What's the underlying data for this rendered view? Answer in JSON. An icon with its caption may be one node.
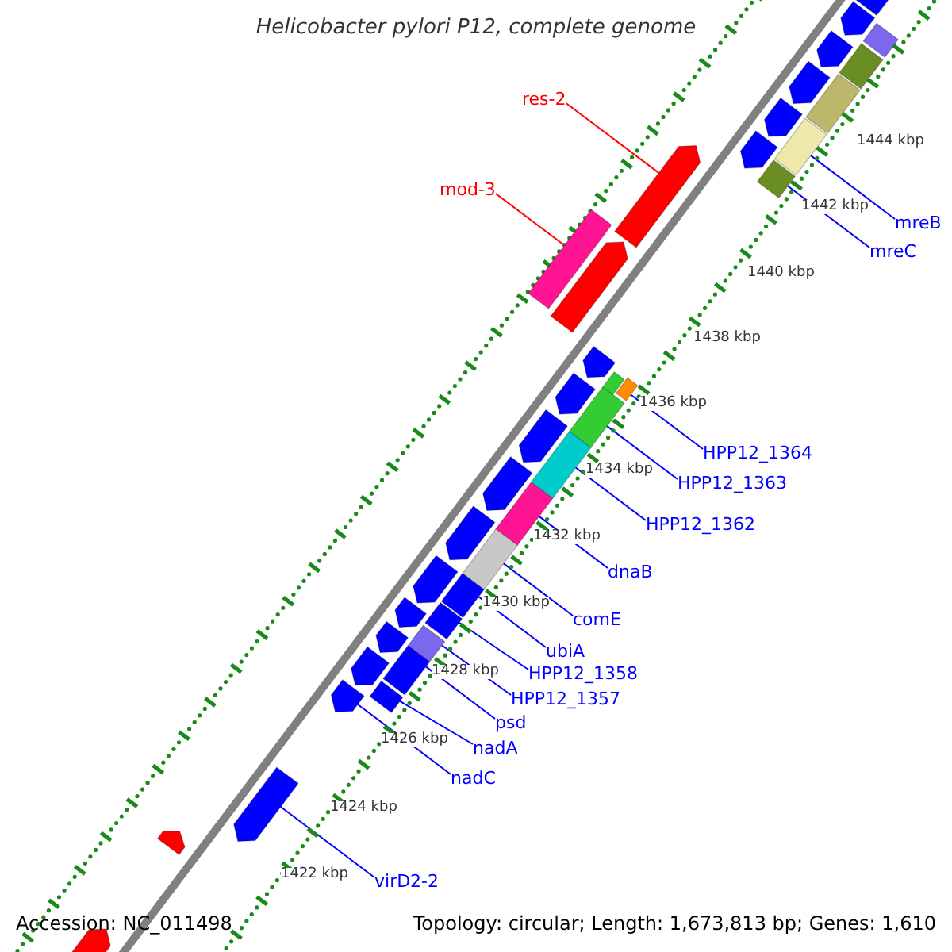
{
  "diagram": {
    "title": "Helicobacter pylori P12, complete genome",
    "nodes": [
      {
        "text": [
          "res-2"
        ]
      },
      {
        "text": [
          "mod-3"
        ]
      },
      {
        "text": [
          "mreB"
        ]
      },
      {
        "text": [
          "mreC"
        ]
      },
      {
        "text": [
          "HPP12_1364"
        ]
      },
      {
        "text": [
          "HPP12_1363"
        ]
      },
      {
        "text": [
          "HPP12_1362"
        ]
      },
      {
        "text": [
          "dnaB"
        ]
      },
      {
        "text": [
          "comE"
        ]
      },
      {
        "text": [
          "ubiA"
        ]
      },
      {
        "text": [
          "HPP12_1358"
        ]
      },
      {
        "text": [
          "HPP12_1357"
        ]
      },
      {
        "text": [
          "psd"
        ]
      },
      {
        "text": [
          "nadA"
        ]
      },
      {
        "text": [
          "nadC"
        ]
      },
      {
        "text": [
          "virD2-2"
        ]
      },
      {
        "text": [],
        "shape": "arrow"
      },
      {
        "text": [],
        "shape": "bar"
      },
      {
        "text": [],
        "shape": "bar"
      },
      {
        "text": [],
        "shape": "bar"
      },
      {
        "text": [],
        "shape": "bar"
      },
      {
        "text": [],
        "shape": "bar"
      },
      {
        "text": [],
        "shape": "bar"
      },
      {
        "text": [],
        "shape": "bar"
      },
      {
        "text": [],
        "shape": "bar"
      },
      {
        "text": [],
        "shape": "bar"
      },
      {
        "text": [],
        "shape": "bar"
      },
      {
        "text": [],
        "shape": "bar"
      },
      {
        "text": [],
        "shape": "bar"
      },
      {
        "text": [],
        "shape": "bar"
      },
      {
        "text": [],
        "shape": "arrow"
      },
      {
        "text": [],
        "shape": "arrow"
      },
      {
        "text": [],
        "shape": "arrow"
      },
      {
        "text": [],
        "shape": "arrow"
      },
      {
        "text": [],
        "shape": "arrow"
      },
      {
        "text": [],
        "shape": "arrow"
      },
      {
        "text": [],
        "shape": "arrow"
      },
      {
        "text": [],
        "shape": "arrow"
      },
      {
        "text": [],
        "shape": "arrow"
      },
      {
        "text": [],
        "shape": "arrow"
      },
      {
        "text": [],
        "shape": "arrow"
      },
      {
        "text": [],
        "shape": "arrow"
      },
      {
        "text": [],
        "shape": "arrow"
      },
      {
        "text": [],
        "shape": "arrow"
      },
      {
        "text": [],
        "shape": "arrow"
      },
      {
        "text": [],
        "shape": "arrow"
      },
      {
        "text": [],
        "shape": "arrow"
      },
      {
        "text": [],
        "shape": "arrow"
      },
      {
        "text": [],
        "shape": "arrow"
      },
      {
        "text": [],
        "shape": "bar"
      },
      {
        "text": [],
        "shape": "bar"
      },
      {
        "text": [],
        "shape": "bar"
      },
      {
        "text": [],
        "shape": "bar"
      },
      {
        "text": [],
        "shape": "bar"
      }
    ],
    "edges": [
      {
        "from": 0,
        "to": 16,
        "arrow": "none",
        "color": "#ff0000"
      },
      {
        "from": 1,
        "to": 17,
        "arrow": "none",
        "color": "#ff0000"
      },
      {
        "from": 2,
        "to": 18,
        "arrow": "none"
      },
      {
        "from": 3,
        "to": 19,
        "arrow": "none"
      },
      {
        "from": 4,
        "to": 20,
        "arrow": "none"
      },
      {
        "from": 5,
        "to": 21,
        "arrow": "none"
      },
      {
        "from": 6,
        "to": 22,
        "arrow": "none"
      },
      {
        "from": 7,
        "to": 23,
        "arrow": "none"
      },
      {
        "from": 8,
        "to": 24,
        "arrow": "none"
      },
      {
        "from": 9,
        "to": 25,
        "arrow": "none"
      },
      {
        "from": 10,
        "to": 26,
        "arrow": "none"
      },
      {
        "from": 11,
        "to": 27,
        "arrow": "none"
      },
      {
        "from": 12,
        "to": 28,
        "arrow": "none"
      },
      {
        "from": 13,
        "to": 29,
        "arrow": "none"
      },
      {
        "from": 14,
        "to": 30,
        "arrow": "none"
      },
      {
        "from": 15,
        "to": 31,
        "arrow": "none"
      }
    ],
    "labels": [
      "1444 kbp",
      "1442 kbp",
      "1440 kbp",
      "1438 kbp",
      "1436 kbp",
      "1434 kbp",
      "1432 kbp",
      "1430 kbp",
      "1428 kbp",
      "1426 kbp",
      "1424 kbp",
      "1422 kbp",
      "Accession: NC_011498",
      "Topology: circular; Length: 1,673,813 bp; Genes: 1,610"
    ]
  }
}
